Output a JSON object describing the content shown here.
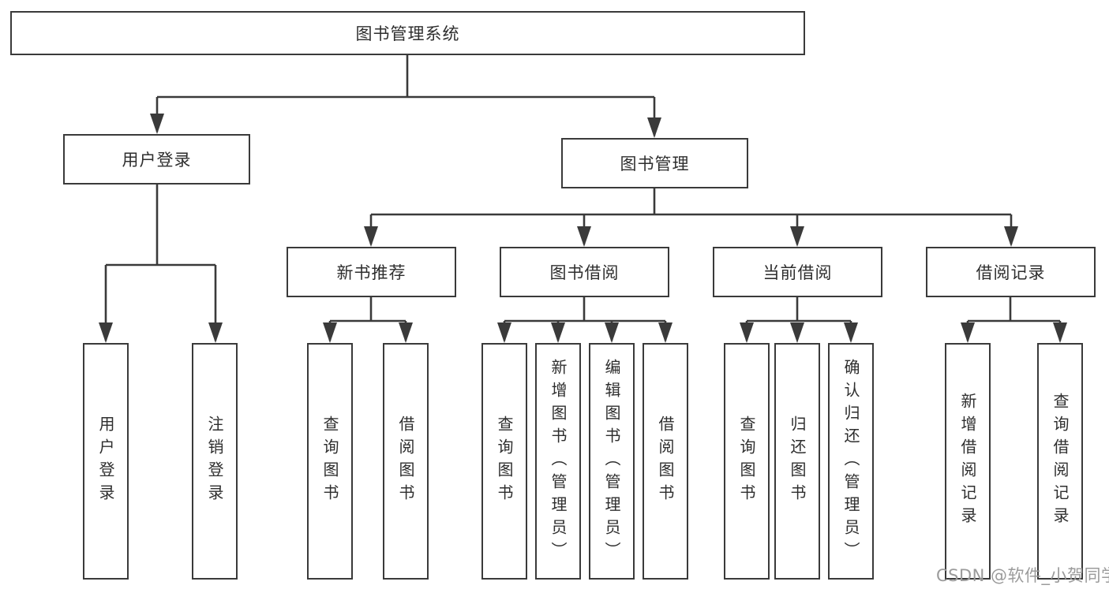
{
  "diagram": {
    "title": "图书管理系统",
    "colors": {
      "line": "#3a3a3a",
      "text": "#2e2e2e",
      "watermark": "#9b9b9b",
      "background": "#ffffff"
    },
    "level2": [
      {
        "label": "用户登录"
      },
      {
        "label": "图书管理"
      }
    ],
    "level3": [
      {
        "label": "新书推荐"
      },
      {
        "label": "图书借阅"
      },
      {
        "label": "当前借阅"
      },
      {
        "label": "借阅记录"
      }
    ],
    "leaves": [
      {
        "label": "用户登录"
      },
      {
        "label": "注销登录"
      },
      {
        "label": "查询图书"
      },
      {
        "label": "借阅图书"
      },
      {
        "label": "查询图书"
      },
      {
        "label": "新增图书（管理员）"
      },
      {
        "label": "编辑图书（管理员）"
      },
      {
        "label": "借阅图书"
      },
      {
        "label": "查询图书"
      },
      {
        "label": "归还图书"
      },
      {
        "label": "确认归还（管理员）"
      },
      {
        "label": "新增借阅记录"
      },
      {
        "label": "查询借阅记录"
      }
    ],
    "watermark": "CSDN @软件_小贺同学"
  }
}
